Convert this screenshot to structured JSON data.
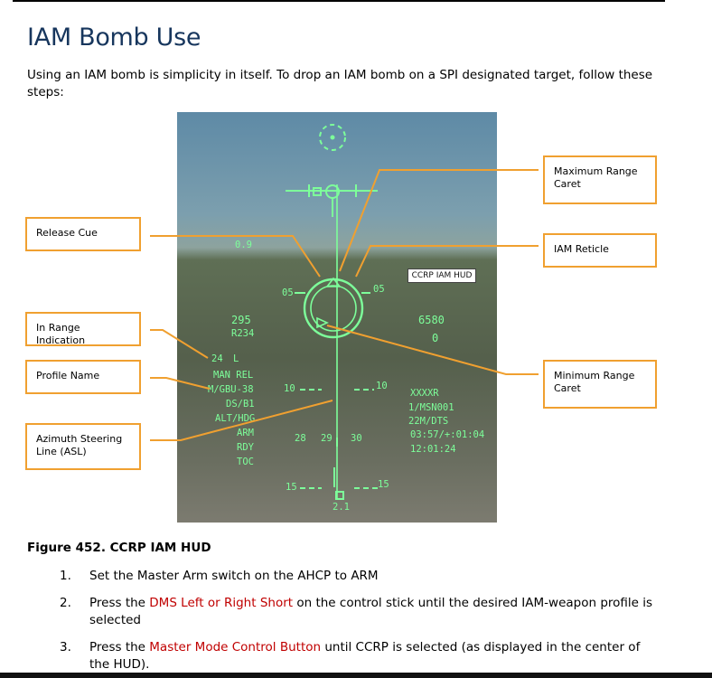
{
  "title": "IAM Bomb Use",
  "intro": "Using an IAM bomb is simplicity in itself.  To drop an IAM bomb on a SPI designated target, follow these steps:",
  "figure": {
    "caption": "Figure 452. CCRP IAM HUD",
    "hud_tag": "CCRP IAM HUD",
    "callouts": {
      "release_cue": "Release Cue",
      "in_range": "In Range Indication",
      "profile_name": "Profile Name",
      "asl": "Azimuth Steering Line (ASL)",
      "max_range": "Maximum Range Caret",
      "iam_reticle": "IAM Reticle",
      "min_range": "Minimum Range Caret"
    },
    "hud": {
      "g_value": "0.9",
      "left_ladder": "05",
      "right_ladder": "05",
      "airspeed": "295",
      "range_label": "R234",
      "altitude": "6580",
      "vvi": "0",
      "in_range_value": "24",
      "in_range_mark": "L",
      "man_rel": "MAN REL",
      "profile": "M/GBU-38",
      "fuze": "DS/B1",
      "alt_hdg": "ALT/HDG",
      "arm": "ARM",
      "rdy": "RDY",
      "toc": "TOC",
      "pitch_10_l": "10",
      "pitch_10_r": "10",
      "pitch_15_l": "15",
      "pitch_15_r": "15",
      "steerpoint": "XXXXR",
      "msn": "1/MSN001",
      "dts": "22M/DTS",
      "time1": "03:57/+:01:04",
      "time2": "12:01:24",
      "heading_1": "28",
      "heading_2": "29",
      "heading_3": "30",
      "bottom_scale": "2.1"
    }
  },
  "steps": [
    {
      "num": "1.",
      "parts": [
        "Set the Master Arm switch on the AHCP to ARM",
        "",
        ""
      ]
    },
    {
      "num": "2.",
      "parts": [
        "Press the ",
        "DMS Left or Right Short",
        " on the control stick until the desired IAM-weapon profile is selected"
      ]
    },
    {
      "num": "3.",
      "parts": [
        "Press the ",
        "Master Mode Control Button",
        " until CCRP is selected (as displayed in the center of the HUD)."
      ]
    }
  ],
  "colors": {
    "title": "#17365d",
    "callout_border": "#f0a030",
    "hud_green": "#7dff9a",
    "link_red": "#c00000"
  }
}
